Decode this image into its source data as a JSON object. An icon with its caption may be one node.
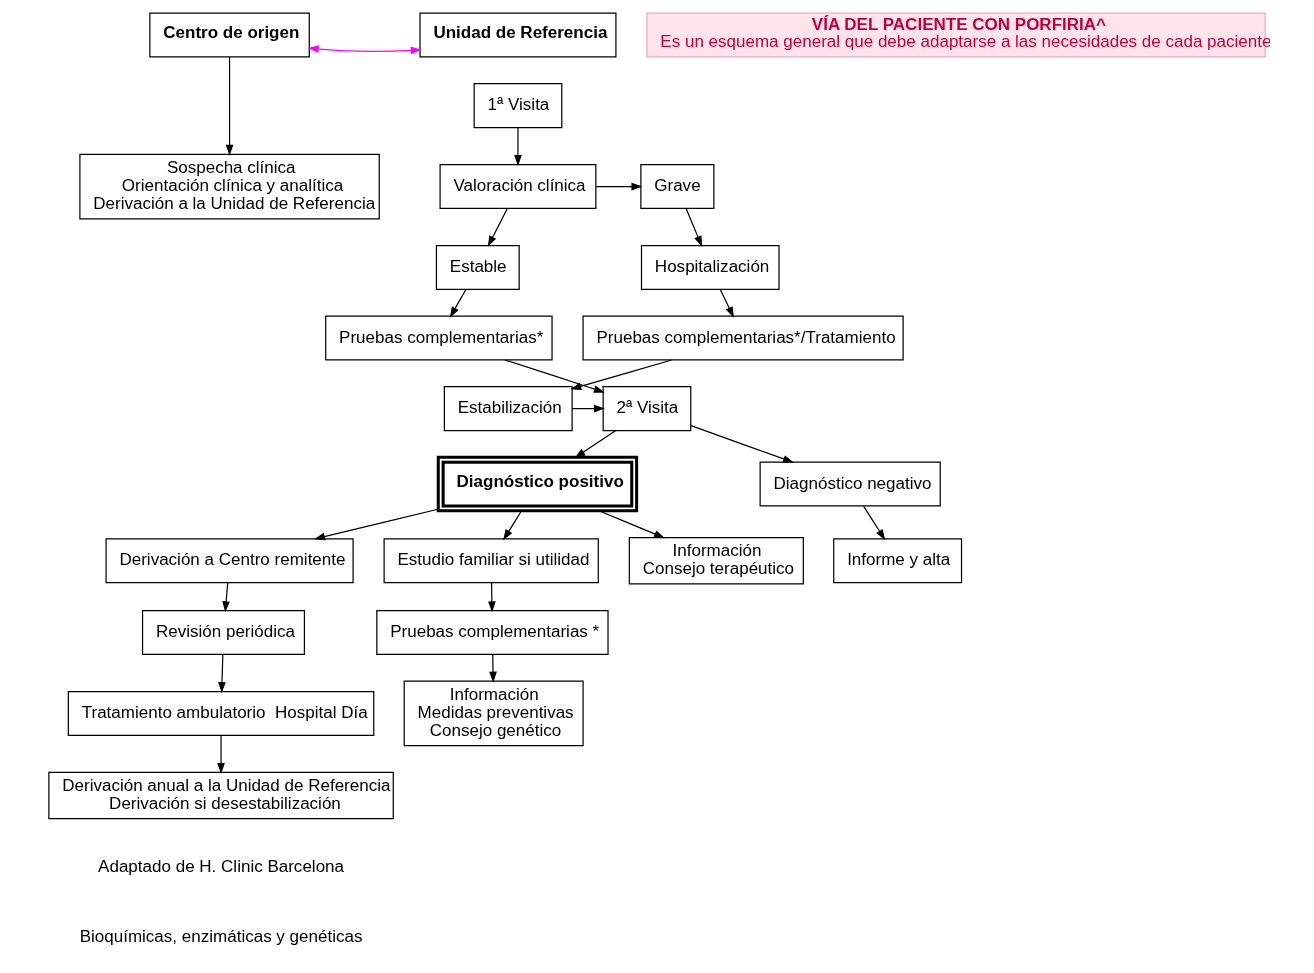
{
  "diagram": {
    "nodes": [
      {
        "text": [
          "Centro de origen"
        ]
      },
      {
        "text": [
          "Unidad de Referencia"
        ]
      },
      {
        "text": [
          "VÍA DEL PACIENTE CON PORFIRIA^",
          "Es un esquema general que debe adaptarse a las necesidades de cada paciente"
        ]
      },
      {
        "text": [
          "Sospecha clínica",
          "Orientación clínica y analítica",
          "Derivación a la Unidad de Referencia"
        ]
      },
      {
        "text": [
          "1ª Visita"
        ]
      },
      {
        "text": [
          "Valoración clínica"
        ]
      },
      {
        "text": [
          "Grave"
        ]
      },
      {
        "text": [
          "Estable"
        ]
      },
      {
        "text": [
          "Hospitalización"
        ]
      },
      {
        "text": [
          "Pruebas complementarias*"
        ]
      },
      {
        "text": [
          "Pruebas complementarias*/Tratamiento"
        ]
      },
      {
        "text": [
          "Derivación a Centro remitente"
        ]
      },
      {
        "text": [
          "2ª Visita"
        ]
      },
      {
        "text": [
          "Estabilización"
        ]
      },
      {
        "text": [
          "Revisión periódica"
        ]
      },
      {
        "text": [
          "Diagnóstico positivo"
        ]
      },
      {
        "text": [
          "Diagnóstico negativo"
        ]
      },
      {
        "text": [
          "Tratamiento ambulatorio  Hospital Día"
        ]
      },
      {
        "text": [
          "Información",
          "Consejo terapéutico"
        ]
      },
      {
        "text": [
          "Estudio familiar si utilidad"
        ]
      },
      {
        "text": [
          "Informe y alta"
        ]
      },
      {
        "text": [
          "Derivación anual a la Unidad de Referencia",
          "Derivación si desestabilización"
        ]
      },
      {
        "text": [
          "Pruebas complementarias *"
        ]
      },
      {
        "text": [
          "Información",
          "Medidas preventivas",
          "Consejo genético"
        ]
      }
    ],
    "edges": [
      {
        "from": 0,
        "to": 1,
        "arrow": "both",
        "color": "#ff00ff"
      },
      {
        "from": 0,
        "to": 3,
        "arrow": "to"
      },
      {
        "from": 4,
        "to": 5,
        "arrow": "to"
      },
      {
        "from": 5,
        "to": 6,
        "arrow": "to"
      },
      {
        "from": 5,
        "to": 7,
        "arrow": "to"
      },
      {
        "from": 6,
        "to": 8,
        "arrow": "to"
      },
      {
        "from": 7,
        "to": 9,
        "arrow": "to"
      },
      {
        "from": 8,
        "to": 10,
        "arrow": "to"
      },
      {
        "from": 9,
        "to": 12,
        "arrow": "to"
      },
      {
        "from": 10,
        "to": 13,
        "arrow": "to"
      },
      {
        "from": 13,
        "to": 12,
        "arrow": "to"
      },
      {
        "from": 12,
        "to": 15,
        "arrow": "to"
      },
      {
        "from": 12,
        "to": 16,
        "arrow": "to"
      },
      {
        "from": 15,
        "to": 11,
        "arrow": "to"
      },
      {
        "from": 11,
        "to": 14,
        "arrow": "to"
      },
      {
        "from": 14,
        "to": 17,
        "arrow": "to"
      },
      {
        "from": 17,
        "to": 21,
        "arrow": "to"
      },
      {
        "from": 15,
        "to": 18,
        "arrow": "to"
      },
      {
        "from": 15,
        "to": 19,
        "arrow": "to"
      },
      {
        "from": 19,
        "to": 22,
        "arrow": "to"
      },
      {
        "from": 22,
        "to": 23,
        "arrow": "to"
      },
      {
        "from": 16,
        "to": 20,
        "arrow": "to"
      }
    ],
    "labels": [
      "Adaptado de H. Clinic Barcelona",
      "Bioquímicas, enzimáticas y genéticas"
    ]
  }
}
